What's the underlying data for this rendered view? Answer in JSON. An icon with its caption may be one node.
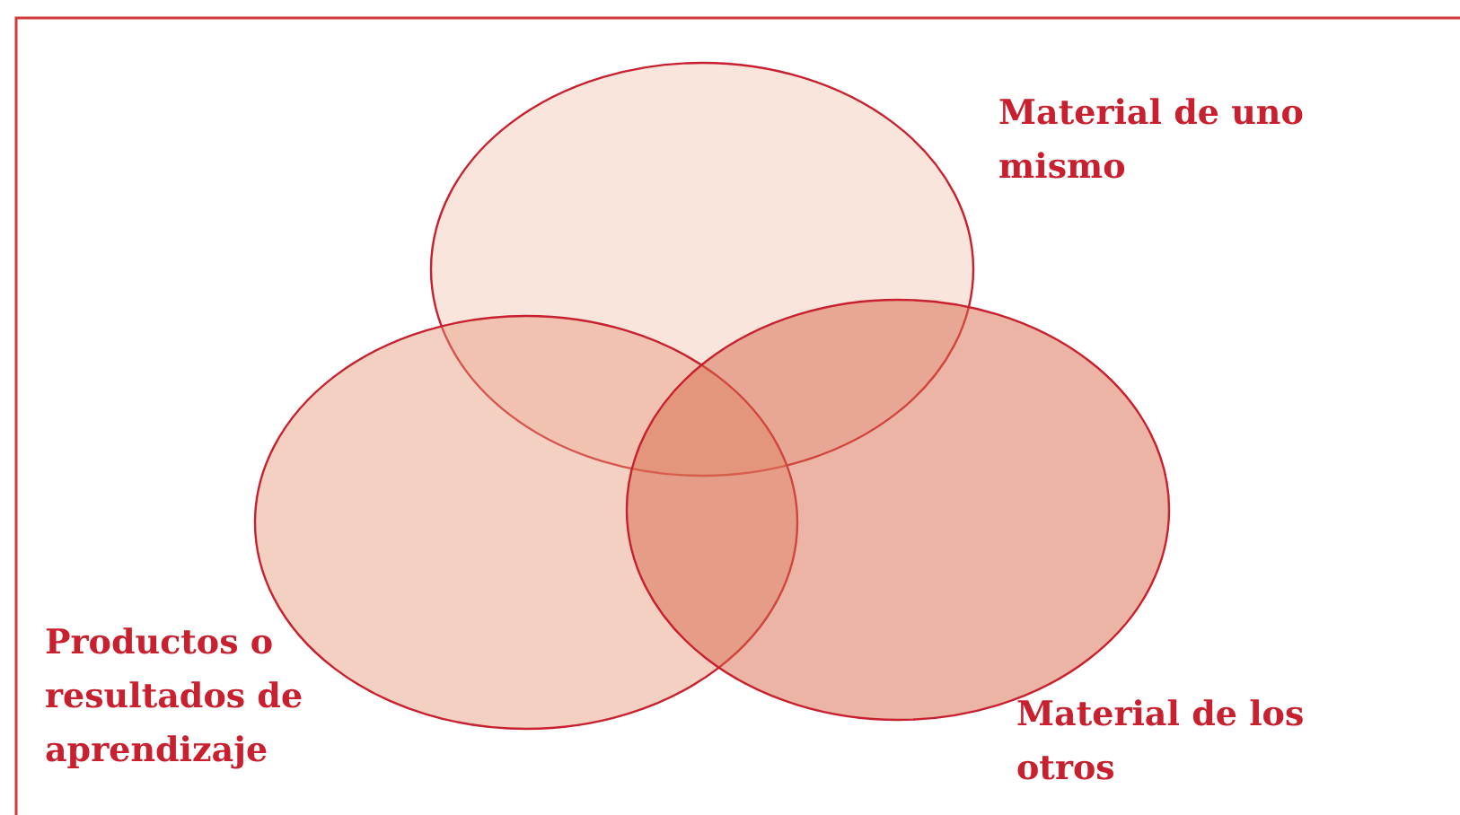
{
  "diagram": {
    "nodes": [
      {
        "text": [
          "Material de uno mismo"
        ]
      },
      {
        "text": [
          "Productos o resultados de aprendizaje"
        ]
      },
      {
        "text": [
          "Material de los otros"
        ]
      }
    ]
  }
}
